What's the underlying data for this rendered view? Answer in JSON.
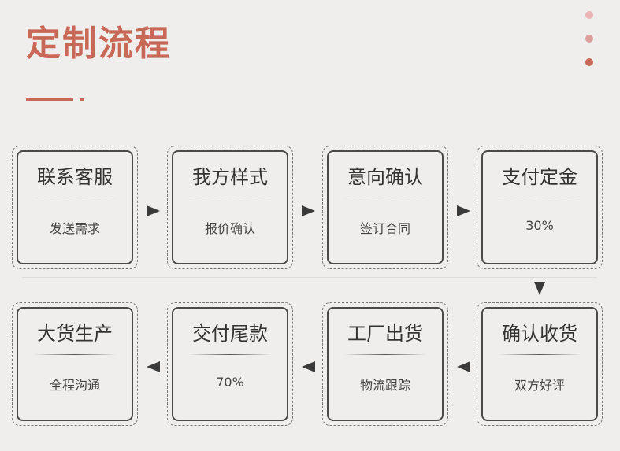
{
  "header": {
    "title": "定制流程"
  },
  "steps": [
    {
      "title": "联系客服",
      "sub": "发送需求"
    },
    {
      "title": "我方样式",
      "sub": "报价确认"
    },
    {
      "title": "意向确认",
      "sub": "签订合同"
    },
    {
      "title": "支付定金",
      "sub": "30%"
    },
    {
      "title": "确认收货",
      "sub": "双方好评"
    },
    {
      "title": "工厂出货",
      "sub": "物流跟踪"
    },
    {
      "title": "交付尾款",
      "sub": "70%"
    },
    {
      "title": "大货生产",
      "sub": "全程沟通"
    }
  ],
  "colors": {
    "accent": "#c86958",
    "dot_light": "#ecb3b6",
    "dot_mid": "#dd9e9c",
    "background": "#efeeec"
  }
}
